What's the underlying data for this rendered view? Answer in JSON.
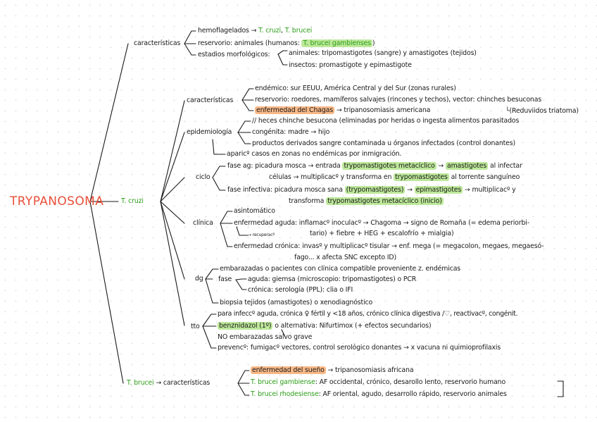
{
  "title": "TRYPANOSOMA",
  "top": {
    "caracteristicas": "características",
    "l1": {
      "a": "hemoflagelados →",
      "b": "T. cruzi",
      "c": "T. brucei"
    },
    "l2": {
      "a": "reservorio: animales (humanos:",
      "b": "T. brucei gambienses",
      "c": ")"
    },
    "l3": "estadios morfológicos:",
    "l3a": "animales: tripomastigotes (sangre) y amastigotes (tejidos)",
    "l3b": "insectos: promastigote y epimastigote"
  },
  "cruzi": {
    "label": "T. cruzi",
    "car": {
      "label": "características",
      "l1": "endémico: sur EEUU, América Central y del Sur (zonas rurales)",
      "l2": "reservorio: roedores, mamíferos salvajes (rincones y techos), vector: chinches besuconas",
      "l3a": "enfermedad del Chagas",
      "l3b": "→ tripanosomiasis americana",
      "l3c": "└(Reduviidos triatoma)"
    },
    "epi": {
      "label": "epidemiología",
      "l1": "// heces chinche besucona (eliminadas por heridas o ingesta alimentos parasitados",
      "l2": "congénita: madre → hijo",
      "l3": "productos derivados sangre contaminada u órganos infectados (control donantes)",
      "l4": "aparicº casos en zonas no endémicas por inmigración."
    },
    "ciclo": {
      "label": "ciclo",
      "a1": "fase ag: picadura mosca → entrada",
      "a2": "trypomastigotes metacíclico",
      "a3": "→",
      "a4": "amastigotes",
      "a5": "al infectar",
      "b1": "células → multiplicacº y transforma en",
      "b2": "trypomastigotes",
      "b3": "al torrente sanguíneo",
      "c1": "fase infectiva: picadura mosca sana",
      "c2": "(trypomastigotes)",
      "c3": "→",
      "c4": "epimastigotes",
      "c5": "→ multiplicacº y",
      "d1": "transforma",
      "d2": "trypomastigotes metacíclico (inicio)"
    },
    "clinica": {
      "label": "clínica",
      "l1": "asintomático",
      "l2": "enfermedad aguda: inflamacº inoculacº → Chagoma → signo de Romaña (= edema periorbi-",
      "l3": "tario) + fiebre + HEG + escalofrío + mialgia)",
      "rec": "→ recuperacº",
      "l4": "enfermedad crónica: invasº y multiplicacº tisular → enf. mega (= megacolon, megaes, megaesó-",
      "l5": "fago... x afecta SNC excepto ID)"
    },
    "dg": {
      "label": "dg",
      "l1": "embarazadas o pacientes con clínica compatible proveniente z. endémicas",
      "fase": "fase",
      "l2": "aguda: giemsa (microscopio: tripomastigotes) o PCR",
      "l3": "crónica: serología (PPL): clia o IFI",
      "l4": "biopsia tejidos (amastigotes) o xenodiagnóstico"
    },
    "tto": {
      "label": "tto",
      "l1": "para infeccº aguda, crónica ♀ fértil y <18 años, crónico clínica digestiva /♡, reactivacº, congénit.",
      "l2a": "benznidazol (1º)",
      "l2b": "o alternativa: Nifurtimox (+ efectos secundarios)",
      "l3": "NO embarazadas salvo grave",
      "l4": "prevencº: fumigacº vectores, control serológico donantes → x vacuna ni quimioprofilaxis"
    }
  },
  "brucei": {
    "label": "T. brucei",
    "arrow": "→",
    "car": "características",
    "l1a": "enfermedad del sueño",
    "l1b": "→ tripanosomiasis africana",
    "l2a": "T. brucei gambiense",
    "l2b": ": AF occidental, crónico, desarollo lento, reservorio humano",
    "l3a": "T. brucei rhodesiense",
    "l3b": ": AF oriental, agudo, desarrollo rápido, reservorio animales"
  },
  "colors": {
    "title": "#e8503a",
    "green": "#2d9e19",
    "highlight_green": "#bde89a",
    "highlight_orange": "#f8b988"
  }
}
